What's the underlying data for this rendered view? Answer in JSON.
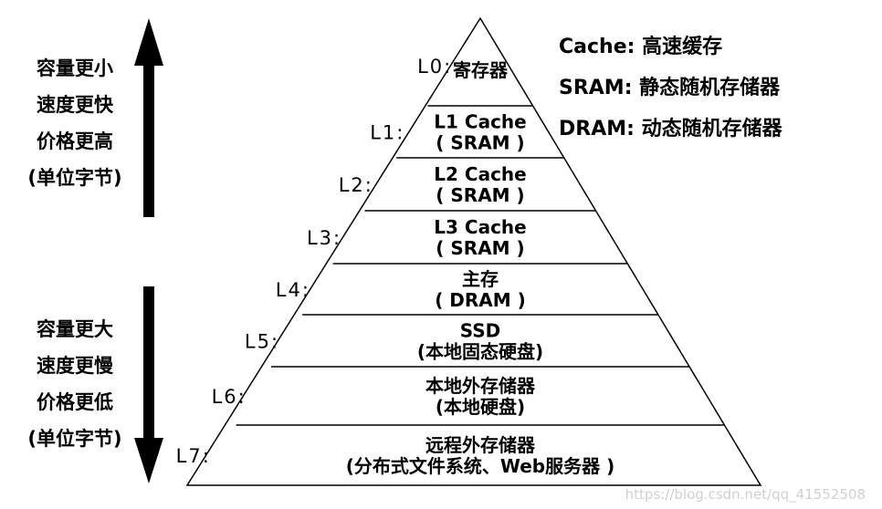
{
  "legend": [
    "Cache: 高速缓存",
    "SRAM: 静态随机存储器",
    "DRAM: 动态随机存储器"
  ],
  "top_side": [
    "容量更小",
    "速度更快",
    "价格更高",
    "(单位字节)"
  ],
  "bottom_side": [
    "容量更大",
    "速度更慢",
    "价格更低",
    "(单位字节)"
  ],
  "levels": [
    {
      "label": "L0:",
      "lines": [
        "寄存器"
      ]
    },
    {
      "label": "L1:",
      "lines": [
        "L1 Cache",
        "( SRAM )"
      ]
    },
    {
      "label": "L2:",
      "lines": [
        "L2 Cache",
        "( SRAM )"
      ]
    },
    {
      "label": "L3:",
      "lines": [
        "L3 Cache",
        "( SRAM )"
      ]
    },
    {
      "label": "L4:",
      "lines": [
        "主存",
        "( DRAM )"
      ]
    },
    {
      "label": "L5:",
      "lines": [
        "SSD",
        "(本地固态硬盘)"
      ]
    },
    {
      "label": "L6:",
      "lines": [
        "本地外存储器",
        "(本地硬盘)"
      ]
    },
    {
      "label": "L7:",
      "lines": [
        "远程外存储器",
        "(分布式文件系统、Web服务器 )"
      ]
    }
  ],
  "watermark": "https://blog.csdn.net/qq_41552508"
}
